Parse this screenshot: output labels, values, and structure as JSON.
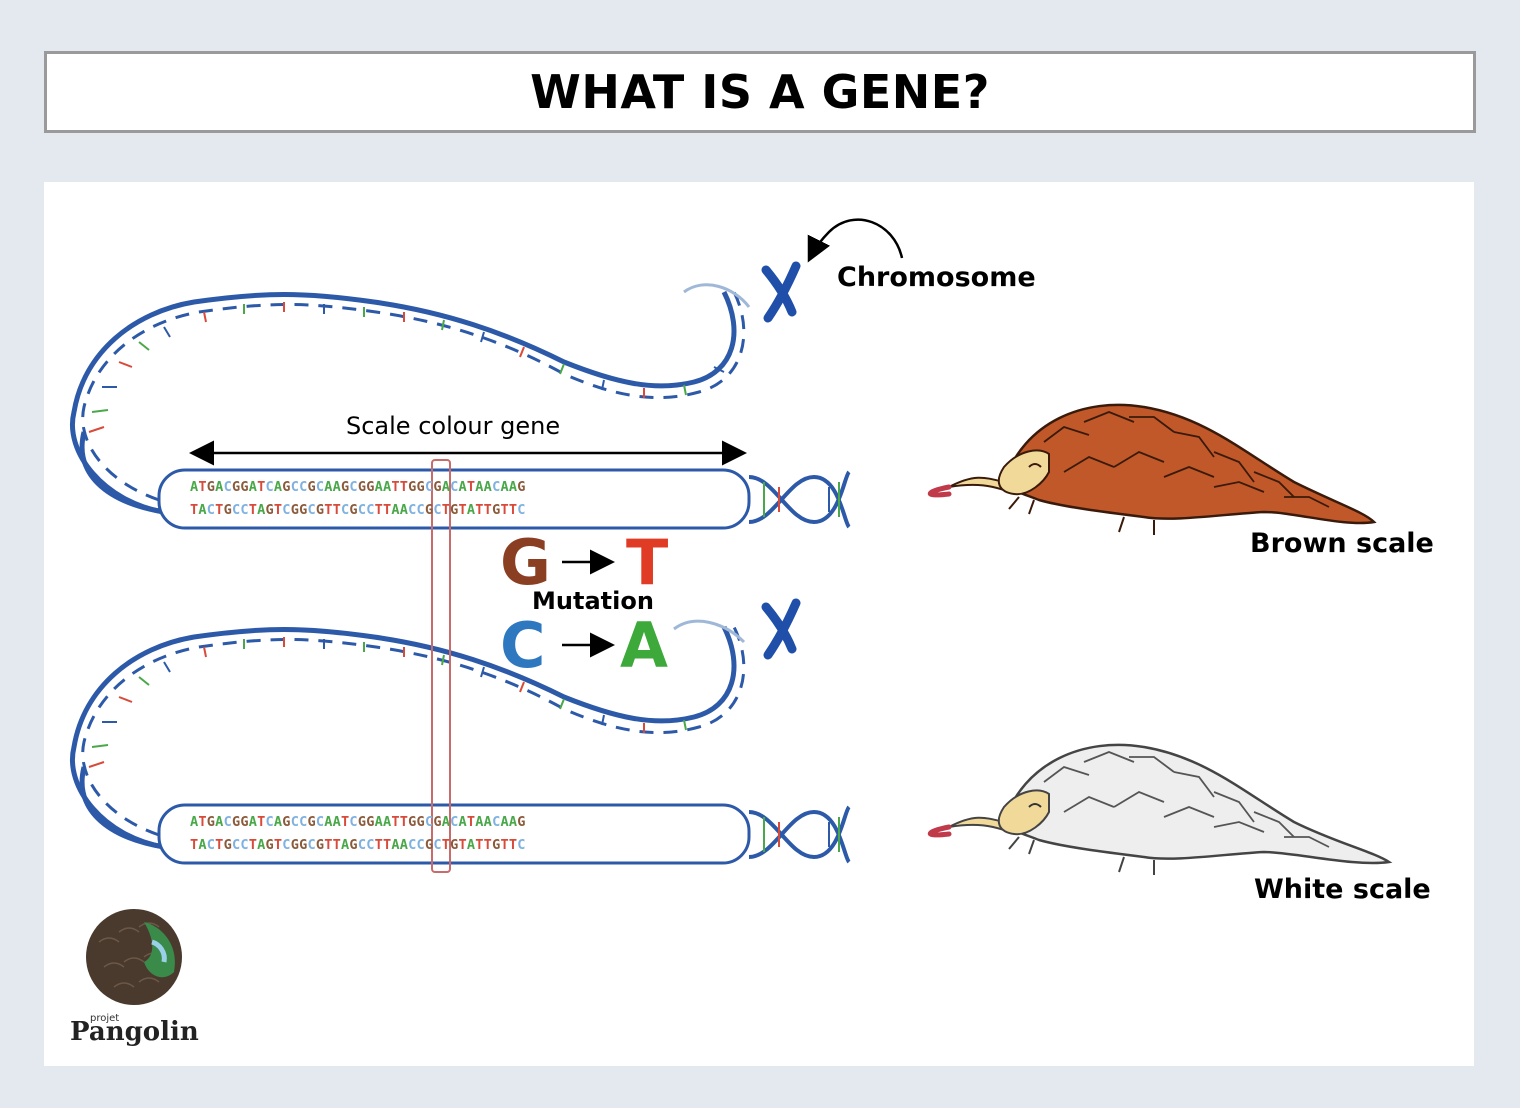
{
  "title": "WHAT IS A GENE?",
  "labels": {
    "chromosome": "Chromosome",
    "gene": "Scale colour gene",
    "mutation": "Mutation",
    "brown_scale": "Brown scale",
    "white_scale": "White scale"
  },
  "mutation": {
    "from_top": "G",
    "to_top": "T",
    "from_bottom": "C",
    "to_bottom": "A",
    "colors": {
      "G": "#8b3f22",
      "T": "#e03b24",
      "C": "#2e78c0",
      "A": "#3da93a"
    }
  },
  "sequences": {
    "top_upper": "ATGACGGATCAGCCGCAAGCGGAATTGGCGACATAACAAG",
    "top_lower": "TACTGCCTAGTCGGCGTTCGCCTTAACCGCTGTATTGTTC",
    "bottom_upper": "ATGACGGATCAGCCGCAATCGGAATTGGCGACATAACAAG",
    "bottom_lower": "TACTGCCTAGTCGGCGTTAGCCTTAACCGCTGTATTGTTC"
  },
  "base_colors": {
    "A": "#4aa84a",
    "T": "#d84a3a",
    "G": "#8a5a3a",
    "C": "#7fb2e0"
  },
  "logo": {
    "small": "projet",
    "word": "Pangolin"
  }
}
